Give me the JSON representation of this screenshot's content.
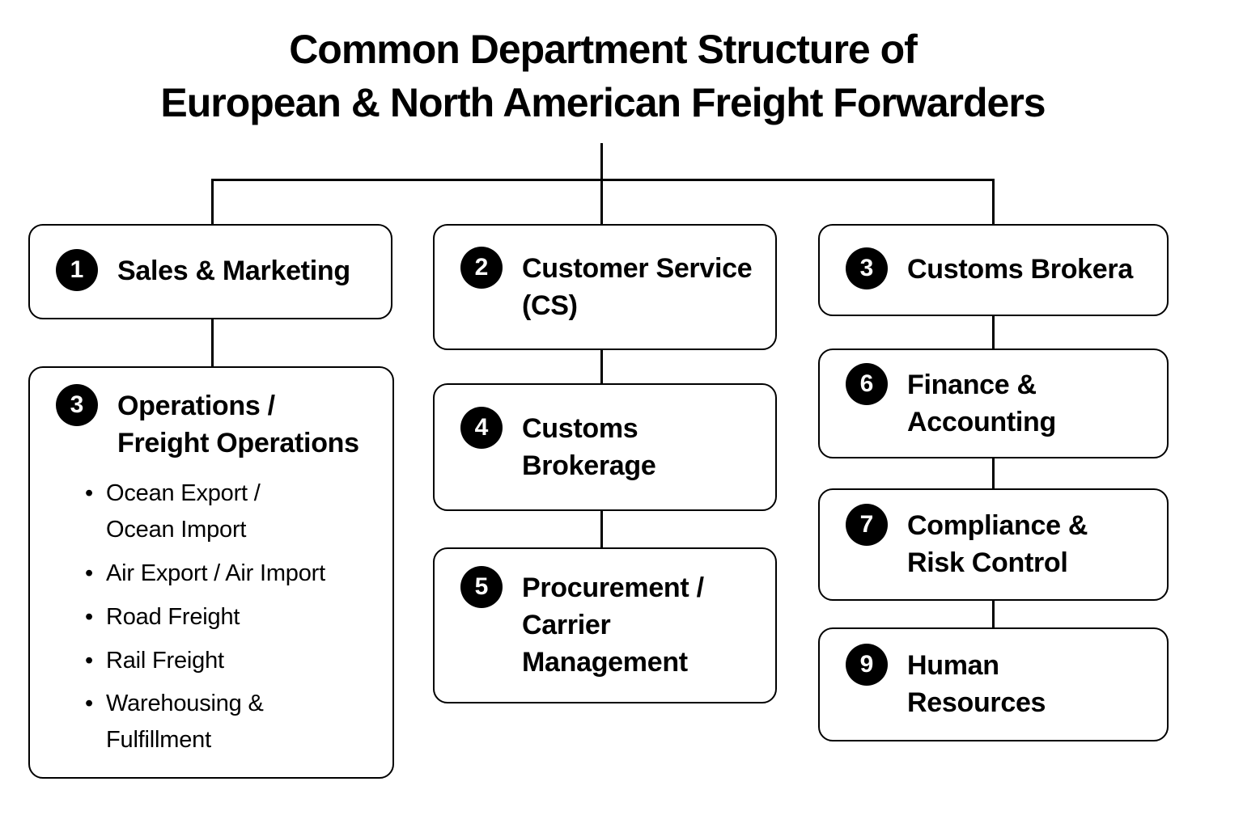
{
  "title": "Common Department Structure of\nEuropean & North American Freight Forwarders",
  "colors": {
    "background": "#ffffff",
    "box_background": "#ffffff",
    "box_border": "#000000",
    "connector_line": "#000000",
    "badge_background": "#000000",
    "badge_text": "#ffffff",
    "text": "#000000"
  },
  "boxes": {
    "sales": {
      "number": "1",
      "label": "Sales & Marketing"
    },
    "operations": {
      "number": "3",
      "label": "Operations /\nFreight Operations",
      "bullets": [
        "Ocean Export /\nOcean Import",
        "Air Export / Air Import",
        "Road Freight",
        "Rail Freight",
        "Warehousing &\nFulfillment"
      ]
    },
    "customer_service": {
      "number": "2",
      "label": "Customer Service\n(CS)"
    },
    "customs_brokerage": {
      "number": "4",
      "label": "Customs\nBrokerage"
    },
    "procurement": {
      "number": "5",
      "label": "Procurement /\nCarrier\nManagement"
    },
    "customs_brokera": {
      "number": "3",
      "label": "Customs Brokera"
    },
    "finance": {
      "number": "6",
      "label": "Finance &\nAccounting"
    },
    "compliance": {
      "number": "7",
      "label": "Compliance &\nRisk Control"
    },
    "human_resources": {
      "number": "9",
      "label": "Human\nResources"
    }
  }
}
